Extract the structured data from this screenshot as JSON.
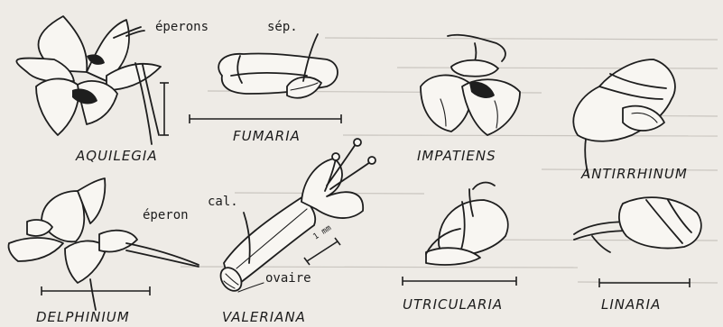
{
  "genera": {
    "aquilegia": "AQUILEGIA",
    "fumaria": "FUMARIA",
    "impatiens": "IMPATIENS",
    "antirrhinum": "ANTIRRHINUM",
    "delphinium": "DELPHINIUM",
    "valeriana": "VALERIANA",
    "utricularia": "UTRICULARIA",
    "linaria": "LINARIA"
  },
  "annotations": {
    "eperons": "éperons",
    "sep": "sép.",
    "eperon": "éperon",
    "cal": "cal.",
    "ovaire": "ovaire",
    "mm": "1 mm"
  }
}
